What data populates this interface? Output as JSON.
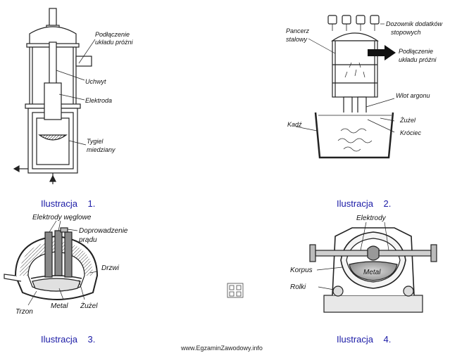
{
  "ill1": {
    "caption": "Ilustracja    1.",
    "labels": {
      "vacuum": [
        "Podłączenie",
        "układu próżni"
      ],
      "holder": "Uchwyt",
      "electrode": "Elektroda",
      "crucible": [
        "Tygiel",
        "miedziany"
      ]
    }
  },
  "ill2": {
    "caption": "Ilustracja    2.",
    "labels": {
      "dispenser": [
        "Dozownik dodatków",
        "stopowych"
      ],
      "shell": [
        "Pancerz",
        "stalowy"
      ],
      "vacuum": [
        "Podłączenie",
        "układu próżni"
      ],
      "argon": "Wlot argonu",
      "ladle": "Kadź",
      "slag": "Żużel",
      "stubs": "Króciec"
    }
  },
  "ill3": {
    "caption": "Ilustracja    3.",
    "labels": {
      "electrodes": "Elektrody węglowe",
      "current": [
        "Doprowadzenie",
        "prądu"
      ],
      "door": "Drzwi",
      "hearth": "Trzon",
      "metal": "Metal",
      "slag": "Żużel"
    }
  },
  "ill4": {
    "caption": "Ilustracja    4.",
    "labels": {
      "electrodes": "Elektrody",
      "body": "Korpus",
      "metal": "Metal",
      "rollers": "Rolki"
    }
  },
  "footer": "www.EgzaminZawodowy.info"
}
